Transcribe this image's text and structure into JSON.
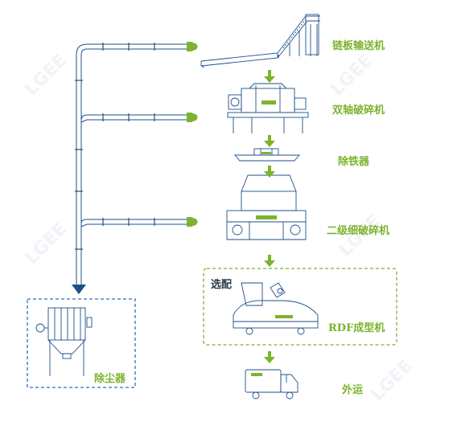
{
  "steps": {
    "chain_conveyor": "链板输送机",
    "double_shaft_shredder": "双轴破碎机",
    "iron_removal": "除铁器",
    "secondary_fine_shredder": "二级细破碎机",
    "rdf_molding": "RDF成型机",
    "transport": "外运"
  },
  "optional_label": "选配",
  "dust_collector": "除尘器",
  "colors": {
    "line": "#1e4f8a",
    "accent": "#7cb32f",
    "dust_box": "#2e6fb8"
  }
}
